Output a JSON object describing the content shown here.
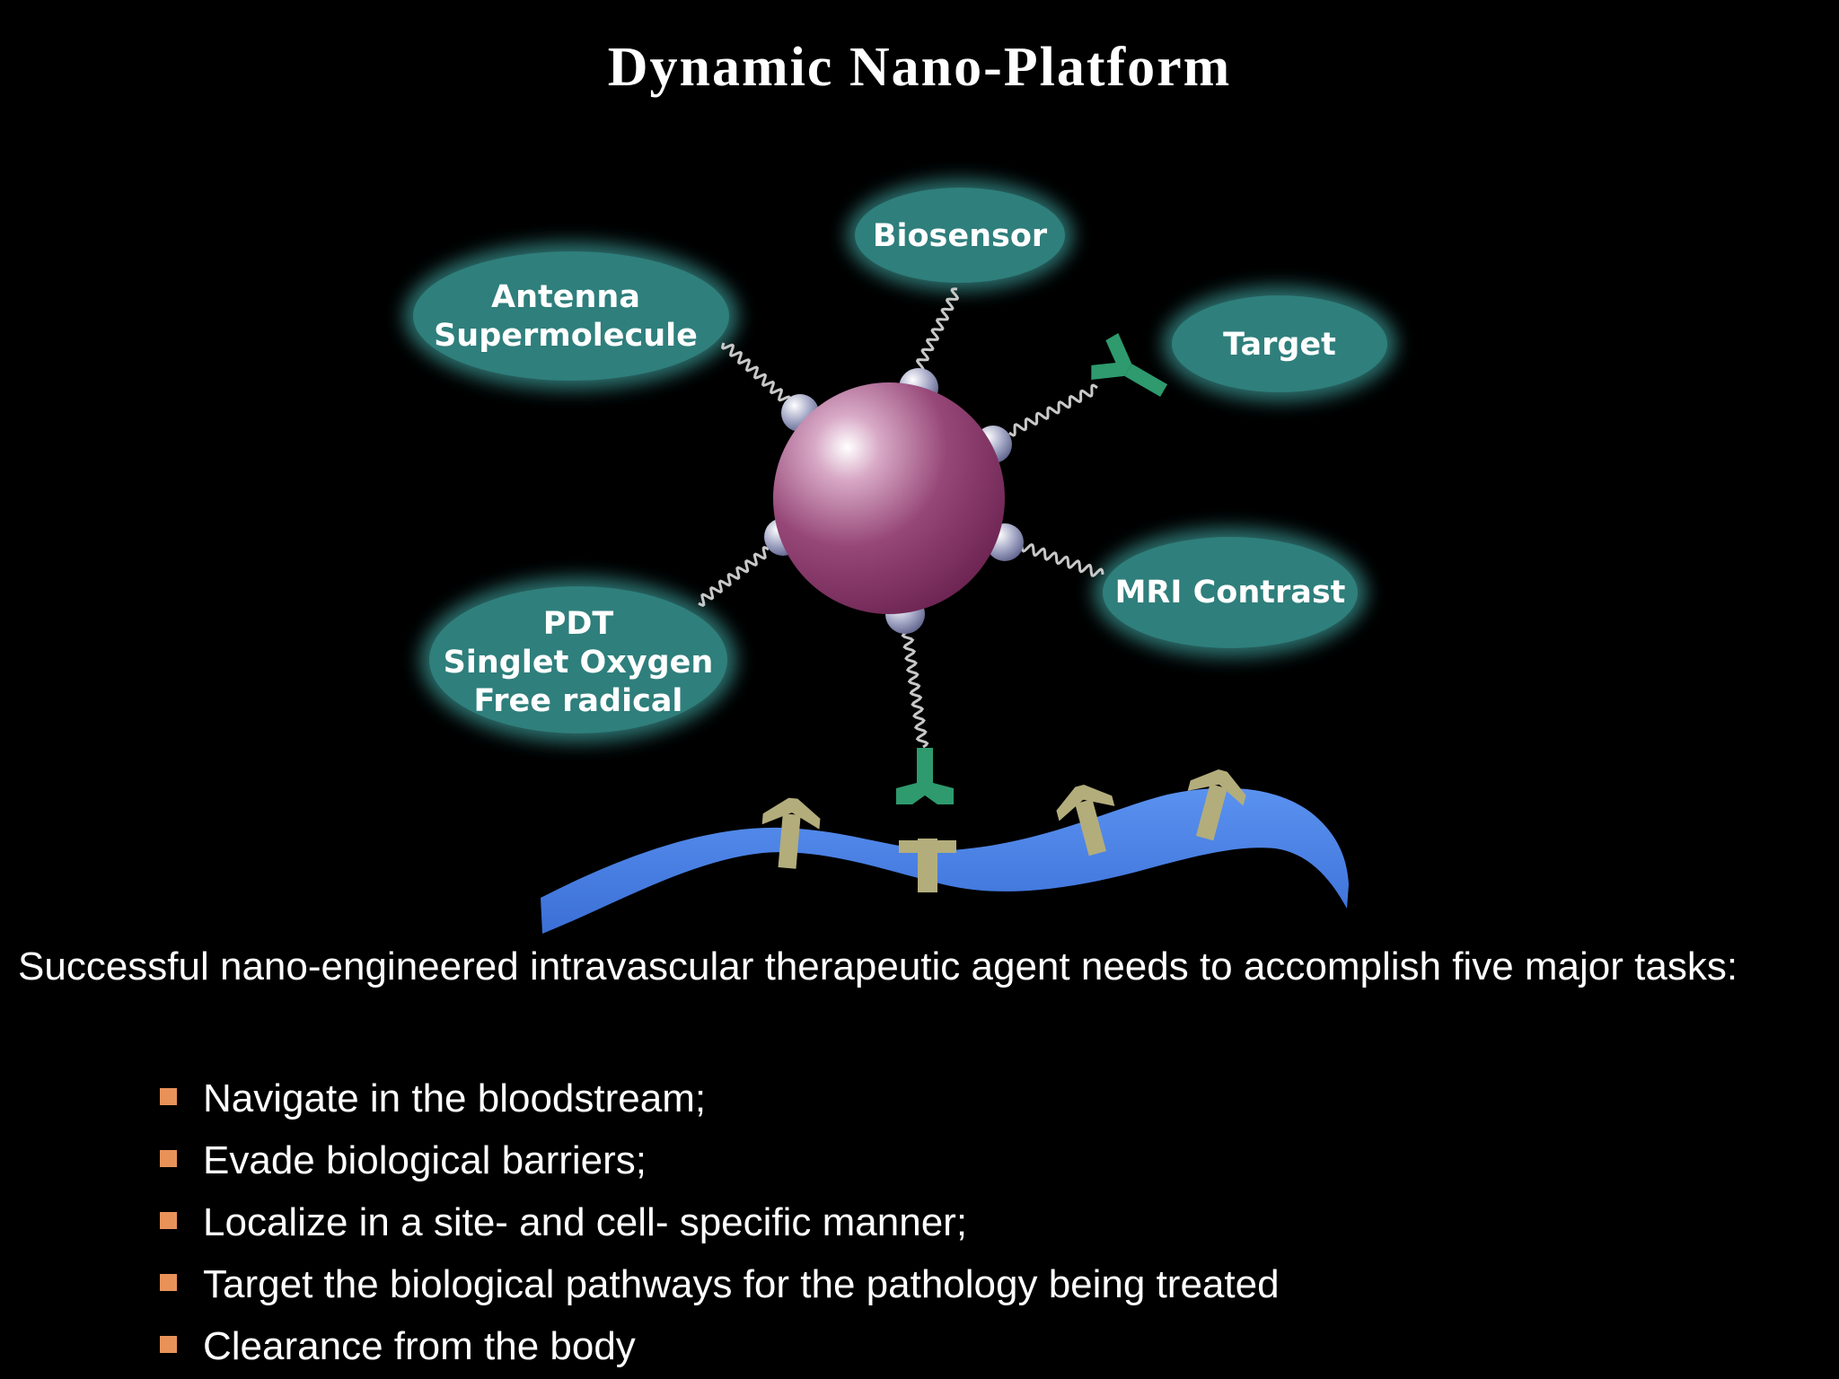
{
  "slide": {
    "title": "Dynamic Nano-Platform",
    "intro": "Successful nano-engineered intravascular therapeutic agent needs to accomplish five major tasks:",
    "tasks": [
      "Navigate in the bloodstream;",
      "Evade biological barriers;",
      "Localize in a site- and cell- specific manner;",
      "Target the biological pathways for the pathology being treated",
      "Clearance  from the body"
    ]
  },
  "diagram": {
    "labels": {
      "biosensor": "Biosensor",
      "antenna_line1": "Antenna",
      "antenna_line2": "Supermolecule",
      "target": "Target",
      "mri": "MRI Contrast",
      "pdt_line1": "PDT",
      "pdt_line2": "Singlet Oxygen",
      "pdt_line3": "Free radical"
    }
  },
  "colors": {
    "background": "#000000",
    "bubble": "#2f7f7c",
    "nanoparticle": "#8e3a6e",
    "antibody": "#2e9a6e",
    "vessel": "#4f86e8",
    "receptor": "#b3ad7c",
    "bullet": "#e8925a"
  }
}
